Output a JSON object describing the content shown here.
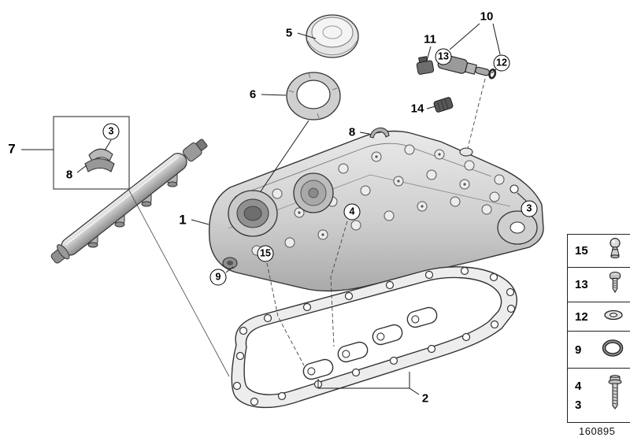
{
  "diagram": {
    "doc_number": "160895",
    "callouts": {
      "c1": "1",
      "c2": "2",
      "c3a": "3",
      "c3b": "3",
      "c4": "4",
      "c5": "5",
      "c6": "6",
      "c7": "7",
      "c8a": "8",
      "c8b": "8",
      "c9": "9",
      "c10": "10",
      "c11": "11",
      "c12": "12",
      "c13": "13",
      "c14": "14",
      "c15": "15"
    },
    "legend": {
      "rows": [
        {
          "num": "15",
          "icon": "ball-stud-icon"
        },
        {
          "num": "13",
          "icon": "screw-icon"
        },
        {
          "num": "12",
          "icon": "washer-icon"
        },
        {
          "num": "9",
          "icon": "o-ring-icon"
        },
        {
          "num": "4",
          "num2": "3",
          "icon": "bolt-icon"
        }
      ]
    },
    "parts": {
      "main": "cylinder-head-cover",
      "others": [
        "filler-cap",
        "sealing-ring",
        "fuel-rail",
        "camshaft-sensor",
        "sensor-o-ring",
        "connector-clip",
        "sealing-cap",
        "rubber-mount",
        "cover-gasket",
        "spark-plug-shaft-seals"
      ]
    },
    "colors": {
      "line": "#1a1a1a",
      "metal_light": "#e9e9e9",
      "metal_mid": "#bdbdbd",
      "metal_dark": "#8f8f8f"
    }
  }
}
